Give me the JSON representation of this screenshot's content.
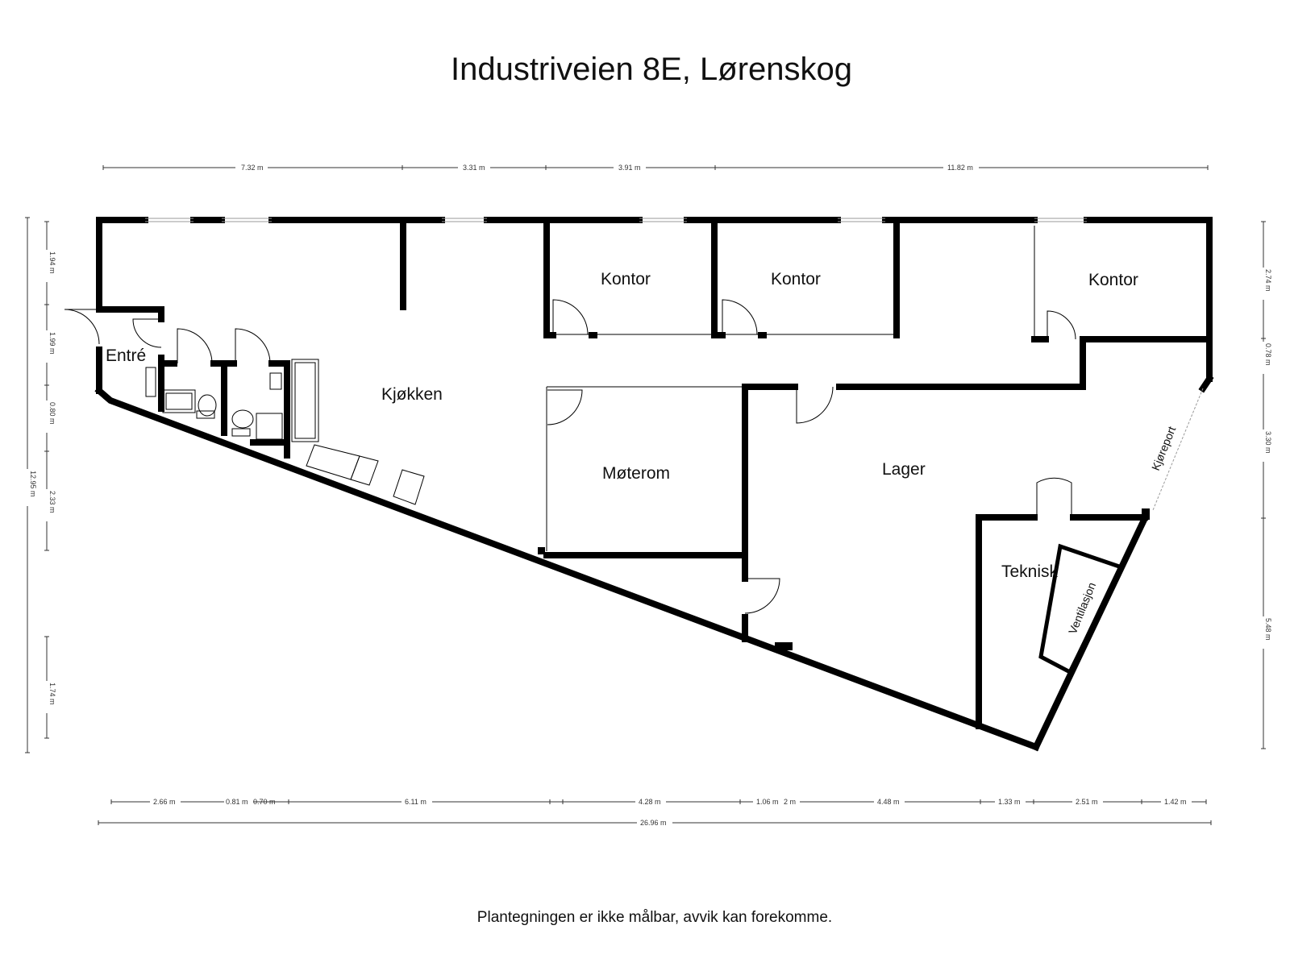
{
  "title": "Industriveien 8E, Lørenskog",
  "footer": "Plantegningen er ikke målbar, avvik kan forekomme.",
  "rooms": {
    "entre": "Entré",
    "kjokken": "Kjøkken",
    "kontor1": "Kontor",
    "kontor2": "Kontor",
    "kontor3": "Kontor",
    "moterom": "Møterom",
    "lager": "Lager",
    "teknisk": "Teknisk",
    "ventilasjon": "Ventilasjon",
    "kjoreport": "Kjøreport"
  },
  "dimensions": {
    "top": [
      "7.32 m",
      "3.31 m",
      "3.91 m",
      "11.82 m"
    ],
    "bottom": [
      "2.66 m",
      "0.81 m",
      "0.70 m",
      "6.11 m",
      "4.28 m",
      "1.06 m",
      "2 m",
      "4.48 m",
      "1.33 m",
      "2.51 m",
      "1.42 m"
    ],
    "bottom_total": "26.96 m",
    "left": [
      "1.94 m",
      "1.99 m",
      "0.80 m",
      "2.33 m",
      "1.74 m"
    ],
    "left_total": "12.95 m",
    "right": [
      "2.74 m",
      "0.78 m",
      "3.30 m",
      "5.48 m"
    ]
  }
}
